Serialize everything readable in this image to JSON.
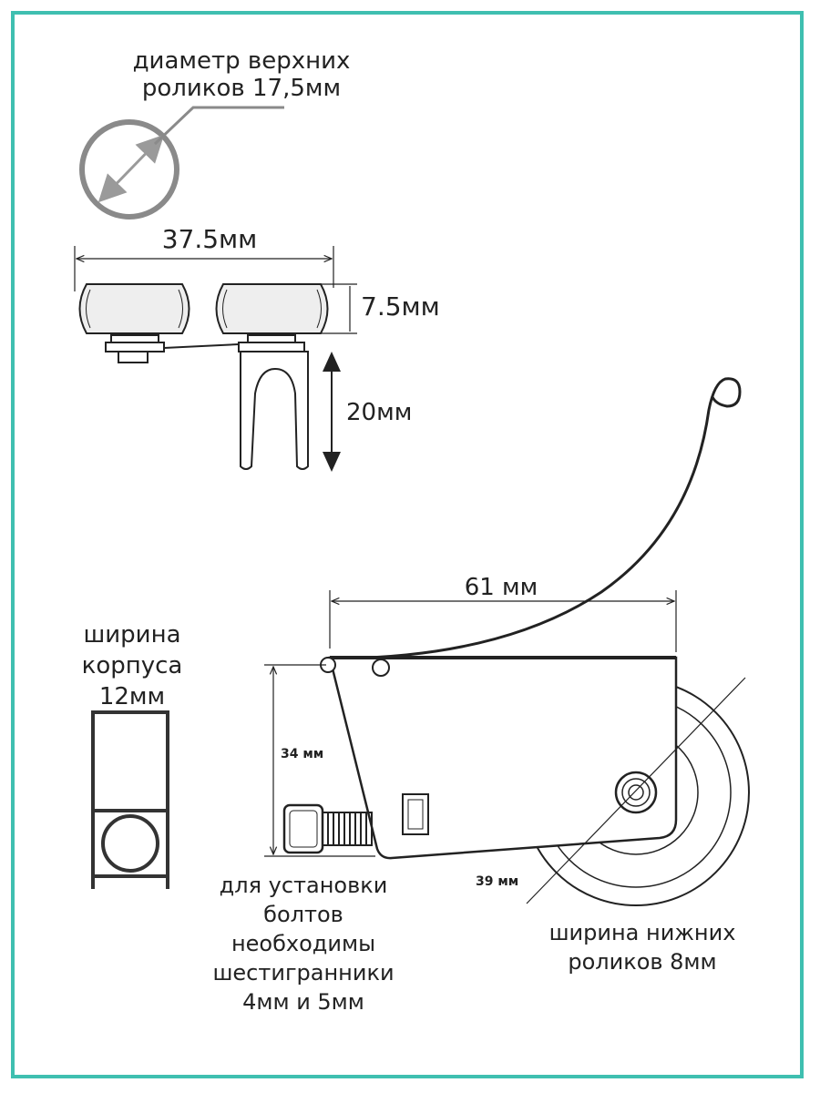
{
  "labels": {
    "top_roller_diameter_line1": "диаметр верхних",
    "top_roller_diameter_line2": "роликов 17,5мм",
    "overall_width": "37.5мм",
    "roller_height": "7.5мм",
    "bracket_height": "20мм",
    "body_length": "61 мм",
    "body_width_line1": "ширина",
    "body_width_line2": "корпуса",
    "body_width_line3": "12мм",
    "body_height": "34 мм",
    "bottom_roller_diameter": "39 мм",
    "bolts_line1": "для установки",
    "bolts_line2": "болтов",
    "bolts_line3": "необходимы",
    "bolts_line4": "шестигранники",
    "bolts_line5": "4мм и 5мм",
    "bottom_roller_width_line1": "ширина нижних",
    "bottom_roller_width_line2": "роликов 8мм"
  },
  "colors": {
    "frame": "#3fbfb0",
    "gray_callout": "#888888",
    "line": "#222222",
    "roller_fill": "#eeeeee"
  }
}
